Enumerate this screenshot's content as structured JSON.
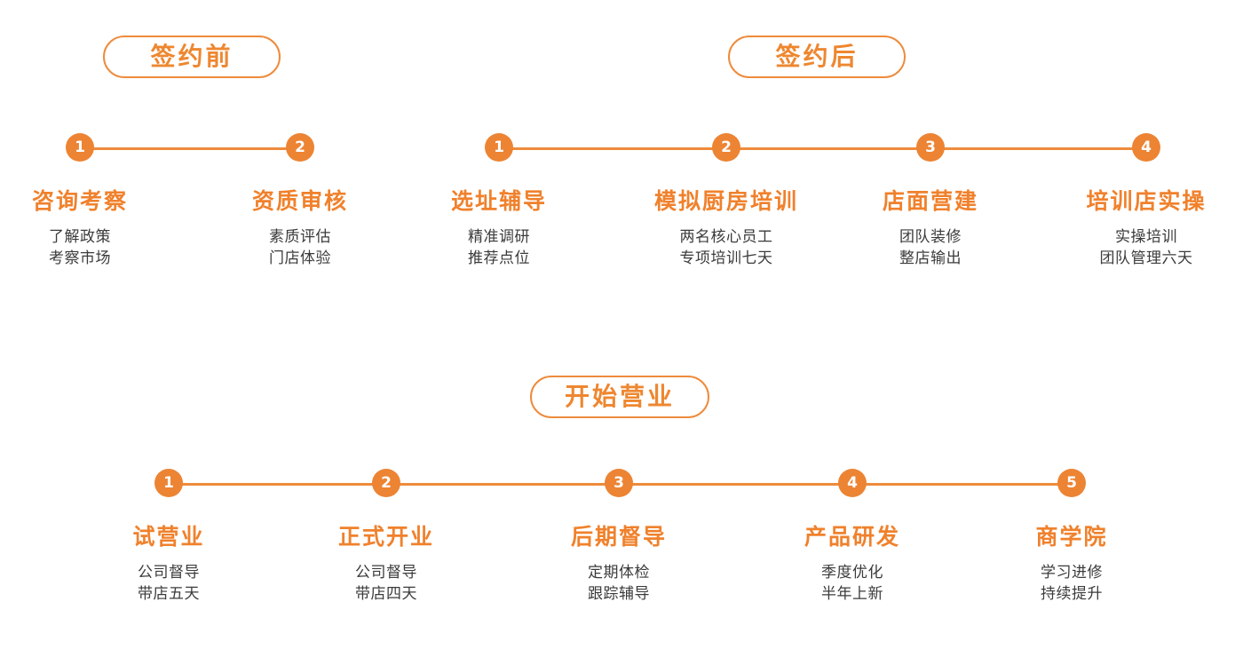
{
  "theme": {
    "accent": "#ee8b3c",
    "accent_title": "#f0812c",
    "node_fill": "#ec8434",
    "desc_color": "#3b3b3b",
    "background": "#ffffff"
  },
  "sections": [
    {
      "id": "pre-signing",
      "pill_label": "签约前",
      "steps": [
        {
          "number": "1",
          "title": "咨询考察",
          "desc": [
            "了解政策",
            "考察市场"
          ]
        },
        {
          "number": "2",
          "title": "资质审核",
          "desc": [
            "素质评估",
            "门店体验"
          ]
        }
      ]
    },
    {
      "id": "post-signing",
      "pill_label": "签约后",
      "steps": [
        {
          "number": "1",
          "title": "选址辅导",
          "desc": [
            "精准调研",
            "推荐点位"
          ]
        },
        {
          "number": "2",
          "title": "模拟厨房培训",
          "desc": [
            "两名核心员工",
            "专项培训七天"
          ]
        },
        {
          "number": "3",
          "title": "店面营建",
          "desc": [
            "团队装修",
            "整店输出"
          ]
        },
        {
          "number": "4",
          "title": "培训店实操",
          "desc": [
            "实操培训",
            "团队管理六天"
          ]
        }
      ]
    },
    {
      "id": "start-business",
      "pill_label": "开始营业",
      "steps": [
        {
          "number": "1",
          "title": "试营业",
          "desc": [
            "公司督导",
            "带店五天"
          ]
        },
        {
          "number": "2",
          "title": "正式开业",
          "desc": [
            "公司督导",
            "带店四天"
          ]
        },
        {
          "number": "3",
          "title": "后期督导",
          "desc": [
            "定期体检",
            "跟踪辅导"
          ]
        },
        {
          "number": "4",
          "title": "产品研发",
          "desc": [
            "季度优化",
            "半年上新"
          ]
        },
        {
          "number": "5",
          "title": "商学院",
          "desc": [
            "学习进修",
            "持续提升"
          ]
        }
      ]
    }
  ]
}
